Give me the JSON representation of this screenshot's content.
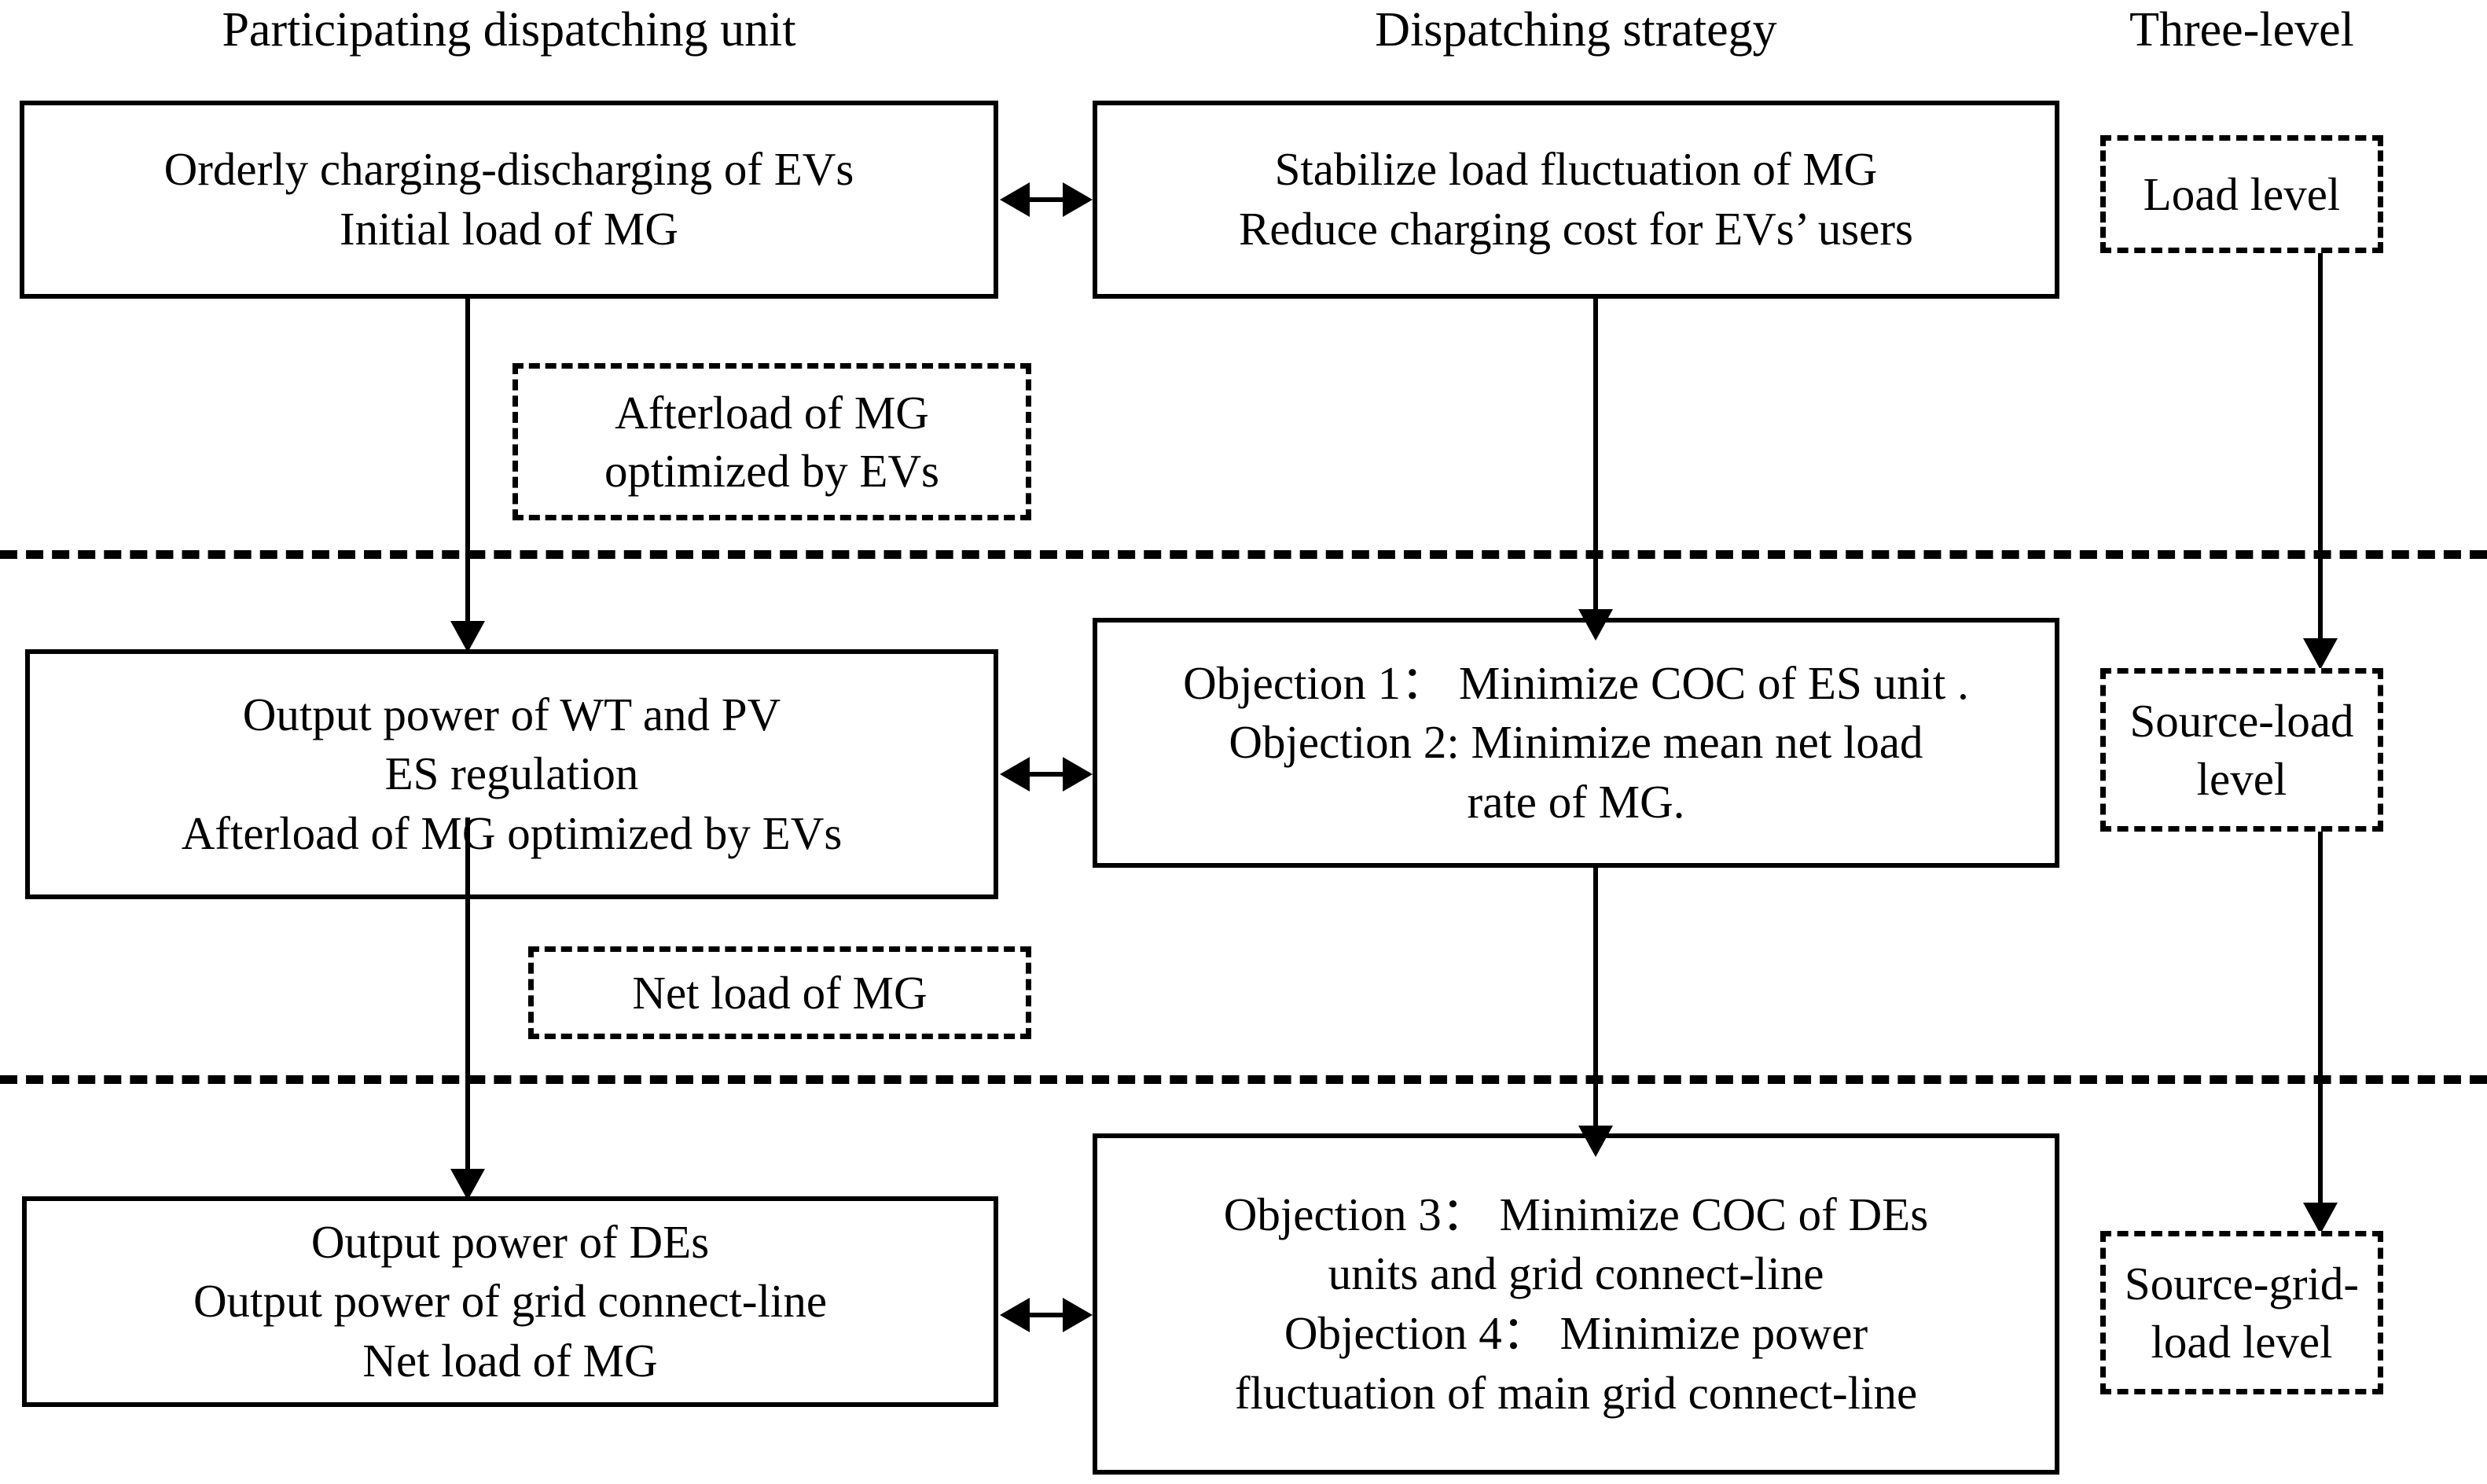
{
  "columns": {
    "left": "Participating dispatching unit",
    "middle": "Dispatching strategy",
    "right": "Three-level"
  },
  "levels": {
    "load": "Load level",
    "source_load": "Source-load\nlevel",
    "source_grid_load": "Source-grid-\nload level"
  },
  "units": {
    "row1": "Orderly charging-discharging of EVs\nInitial load of MG",
    "row2": "Output power of WT and PV\nES regulation\nAfterload of MG optimized by EVs",
    "row3": "Output power of DEs\nOutput power of grid connect-line\nNet load of MG"
  },
  "strategies": {
    "row1": "Stabilize load fluctuation of MG\nReduce charging cost for EVs’ users",
    "row2": "Objection 1： Minimize COC of ES unit .\nObjection 2: Minimize mean net load\nrate of MG.",
    "row3": "Objection 3： Minimize COC of DEs\nunits and grid connect-line\nObjection 4： Minimize power\nfluctuation of main grid connect-line"
  },
  "flow_labels": {
    "afterload": "Afterload of MG\noptimized by EVs",
    "netload": "Net load of MG"
  },
  "style": {
    "stroke": "#000000",
    "background": "#ffffff"
  }
}
